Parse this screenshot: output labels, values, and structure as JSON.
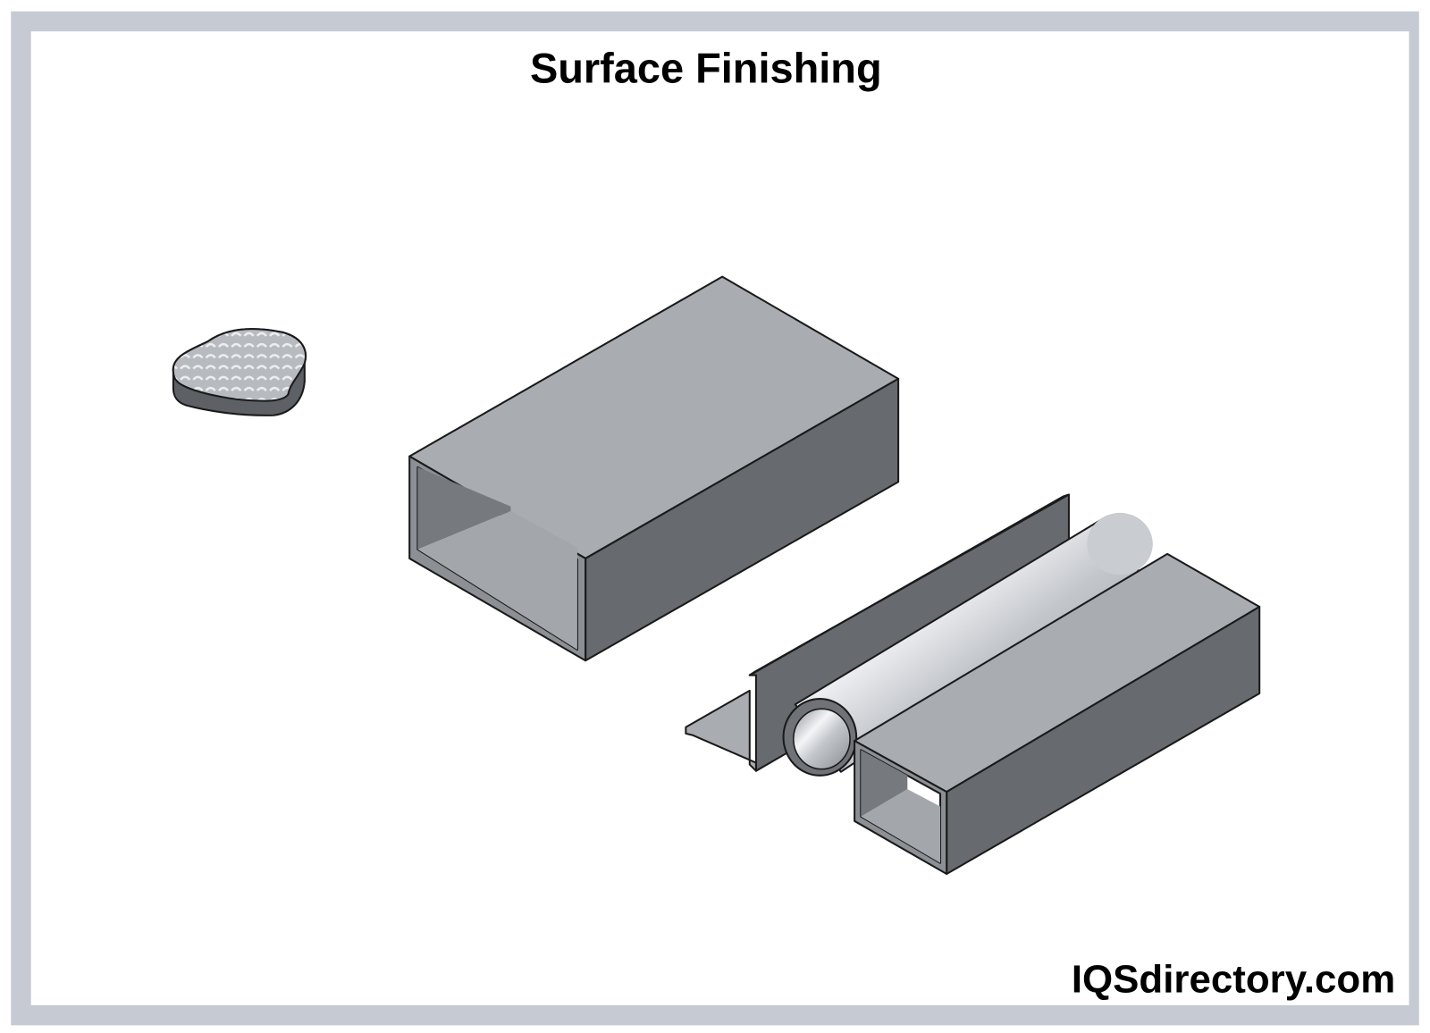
{
  "header": {
    "title": "Surface Finishing"
  },
  "footer": {
    "logo_text": "IQSdirectory.com"
  },
  "items": [
    {
      "name": "textured-disc"
    },
    {
      "name": "rectangular-tube"
    },
    {
      "name": "angle-bar"
    },
    {
      "name": "round-tube"
    },
    {
      "name": "square-tube"
    }
  ],
  "colors": {
    "frame": "#c6cad3",
    "metal-top": "#a9acb1",
    "metal-side": "#676a6f",
    "metal-light": "#d4d7dc"
  }
}
